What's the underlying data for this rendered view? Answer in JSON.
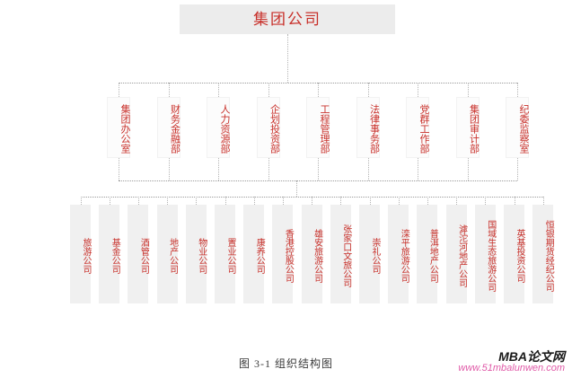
{
  "figure": {
    "caption": "图 3-1  组织结构图",
    "colors": {
      "text_red": "#c8302a",
      "root_box_fill": "#ececec",
      "dept_box_fill": "#fcfcfc",
      "sub_box_fill": "#f0f0f0",
      "connector": "#9a9a9a",
      "watermark_url": "#e05aa8"
    }
  },
  "root": {
    "label": "集团公司"
  },
  "departments": [
    {
      "label": "集团办公室"
    },
    {
      "label": "财务金融部"
    },
    {
      "label": "人力资源部"
    },
    {
      "label": "企划投资部"
    },
    {
      "label": "工程管理部"
    },
    {
      "label": "法律事务部"
    },
    {
      "label": "党群工作部"
    },
    {
      "label": "集团审计部"
    },
    {
      "label": "纪委监察室"
    }
  ],
  "subsidiaries": [
    {
      "label": "旅游公司"
    },
    {
      "label": "基金公司"
    },
    {
      "label": "酒管公司"
    },
    {
      "label": "地产公司"
    },
    {
      "label": "物业公司"
    },
    {
      "label": "置业公司"
    },
    {
      "label": "康养公司"
    },
    {
      "label": "香港控股公司"
    },
    {
      "label": "雄安旅游公司"
    },
    {
      "label": "张家口文旅公司"
    },
    {
      "label": "崇礼公司"
    },
    {
      "label": "滦平旅游公司"
    },
    {
      "label": "普洱地产公司"
    },
    {
      "label": "滹沱河地产公司"
    },
    {
      "label": "国域生态旅游公司"
    },
    {
      "label": "英基投资公司"
    },
    {
      "label": "恒银期货经纪公司"
    }
  ],
  "watermark": {
    "title": "MBA论文网",
    "url": "www.51mbalunwen.com"
  }
}
